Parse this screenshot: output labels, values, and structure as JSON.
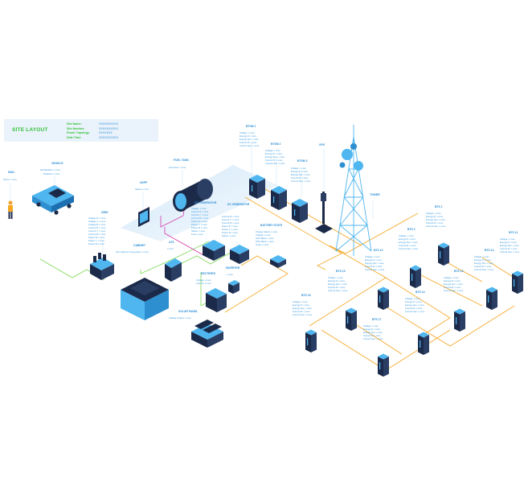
{
  "header": {
    "title": "SITE LAYOUT",
    "rows": [
      {
        "key": "Site Name:",
        "value": "XXXXXXXXXX"
      },
      {
        "key": "Site Number:",
        "value": "XXXXXXXXXX"
      },
      {
        "key": "Power Topology:",
        "value": "XXXXXXX"
      },
      {
        "key": "Date Time:",
        "value": "XXXXXXXXXX"
      }
    ]
  },
  "components": {
    "man": {
      "label": "MAN",
      "lines": [
        "Name: x xxxx"
      ]
    },
    "vehicle": {
      "label": "VEHICLE",
      "lines": [
        "Identification: x xxxx",
        "Distance: x xxxx"
      ]
    },
    "grid": {
      "label": "GRID",
      "lines": [
        "Voltage R: x xxxx",
        "Voltage Y: x xxxx",
        "Voltage B: x xxxx",
        "Current R: x xxxx",
        "Current Y: x xxxx",
        "Current B: x xxxx",
        "Power R: x xxxx",
        "Power Y: x xxxx",
        "Power B: x xxxx"
      ]
    },
    "ukpp": {
      "label": "UKPP",
      "lines": [
        "Status: x xxxx"
      ]
    },
    "fuel_tank": {
      "label": "FUEL TANK",
      "lines": [
        "Fuel level: x xxxx"
      ]
    },
    "cabinet": {
      "label": "CABINET",
      "lines": [
        "Spc Cabinet Temperature: x xxxx"
      ]
    },
    "ats": {
      "label": "ATS",
      "lines": [
        "x xxxx"
      ]
    },
    "dg": {
      "label": "DG GENERATOR",
      "lines": [
        "Voltage: x xxxx",
        "Current R: x xxxx",
        "Current Y: x xxxx",
        "Current B: x xxxx",
        "Power R: x xxxx",
        "Power Y: x xxxx",
        "Power B: x xxxx",
        "Status: x xxxx",
        "Fuel: x xxxx"
      ]
    },
    "dc_gen": {
      "label": "DC GENERATOR",
      "lines": [
        "Current R: x xxxx",
        "Current Y: x xxxx",
        "Current B: x xxxx",
        "Power R: x xxxx",
        "Power Y: x xxxx",
        "Power B: x xxxx",
        "Status: x xxxx"
      ]
    },
    "rectifier": {
      "label": "RECTIFIER",
      "lines": [
        "Voltage: x xxxx",
        "Current: x xxxx"
      ]
    },
    "inverter": {
      "label": "INVERTER",
      "lines": [
        "x xxxx"
      ]
    },
    "solar": {
      "label": "SOLAR PANEL",
      "lines": [
        "Voltage Output: x xxxx"
      ]
    },
    "battery": {
      "label": "BATTERY STATE",
      "lines": [
        "Charge Status: x xxxx",
        "Voltage: x xxxx",
        "SOC Bank: x xxxx",
        "SOC Bank: x xxxx",
        "Temp: x xxxx"
      ]
    },
    "btsm1": {
      "label": "BTSM 1",
      "lines": [
        "Voltage: x xxxx",
        "Energy R: x xxxx",
        "Energy Sec: x xxxx",
        "Current R: x xxxx",
        "Current Sec: x xxxx"
      ]
    },
    "btsm2": {
      "label": "BTSM 2",
      "lines": [
        "Voltage: x xxxx",
        "Energy R: x xxxx",
        "Energy Sec: x xxxx",
        "Current R: x xxxx",
        "Current Sec: x xxxx"
      ]
    },
    "btsm3": {
      "label": "BTSM 3",
      "lines": [
        "Voltage: x xxxx",
        "Energy R: x xxxx",
        "Energy Sec: x xxxx",
        "Current R: x xxxx",
        "Current Sec: x xxxx"
      ]
    },
    "gps": {
      "label": "GPS",
      "lines": []
    },
    "tower": {
      "label": "TOWER",
      "lines": []
    },
    "bts": [
      {
        "label": "BTS 1",
        "lines": [
          "Voltage: x xxxx",
          "Energy R: x xxxx",
          "Energy Sec: x xxxx",
          "Current R: x xxxx",
          "Current Sec: x xxxx"
        ]
      },
      {
        "label": "BTS 2",
        "lines": [
          "Voltage: x xxxx",
          "Energy R: x xxxx",
          "Energy Sec: x xxxx",
          "Current R: x xxxx",
          "Current Sec: x xxxx"
        ]
      },
      {
        "label": "BTS 10",
        "lines": [
          "Voltage: x xxxx",
          "Energy R: x xxxx",
          "Energy Sec: x xxxx",
          "Current R: x xxxx",
          "Current Sec: x xxxx"
        ]
      },
      {
        "label": "BTS 11",
        "lines": [
          "Voltage: x xxxx",
          "Energy R: x xxxx",
          "Energy Sec: x xxxx",
          "Current R: x xxxx",
          "Current Sec: x xxxx"
        ]
      },
      {
        "label": "BTS 12",
        "lines": [
          "Voltage: x xxxx",
          "Energy R: x xxxx",
          "Energy Sec: x xxxx",
          "Current R: x xxxx",
          "Current Sec: x xxxx"
        ]
      },
      {
        "label": "BTS 13",
        "lines": [
          "Voltage: x xxxx",
          "Energy R: x xxxx",
          "Energy Sec: x xxxx",
          "Current R: x xxxx",
          "Current Sec: x xxxx"
        ]
      },
      {
        "label": "BTS 14",
        "lines": [
          "Voltage: x xxxx",
          "Energy R: x xxxx",
          "Energy Sec: x xxxx",
          "Current R: x xxxx",
          "Current Sec: x xxxx"
        ]
      },
      {
        "label": "BTS 15",
        "lines": [
          "Voltage: x xxxx",
          "Energy R: x xxxx",
          "Energy Sec: x xxxx",
          "Current R: x xxxx",
          "Current Sec: x xxxx"
        ]
      },
      {
        "label": "BTS 16",
        "lines": [
          "Voltage: x xxxx",
          "Energy R: x xxxx",
          "Energy Sec: x xxxx",
          "Current R: x xxxx",
          "Current Sec: x xxxx"
        ]
      },
      {
        "label": "BTS 17",
        "lines": [
          "Voltage: x xxxx",
          "Energy R: x xxxx",
          "Energy Sec: x xxxx",
          "Current R: x xxxx",
          "Current Sec: x xxxx"
        ]
      }
    ]
  },
  "colors": {
    "label": "#2f8fd6",
    "orange_line": "#f5a623",
    "green_line": "#7ed957",
    "pink_line": "#d63aa8",
    "device_dark": "#1c2a4a",
    "device_blue": "#4fb6f0",
    "header_bg": "#eaf2fb",
    "header_key": "#36c23a"
  }
}
